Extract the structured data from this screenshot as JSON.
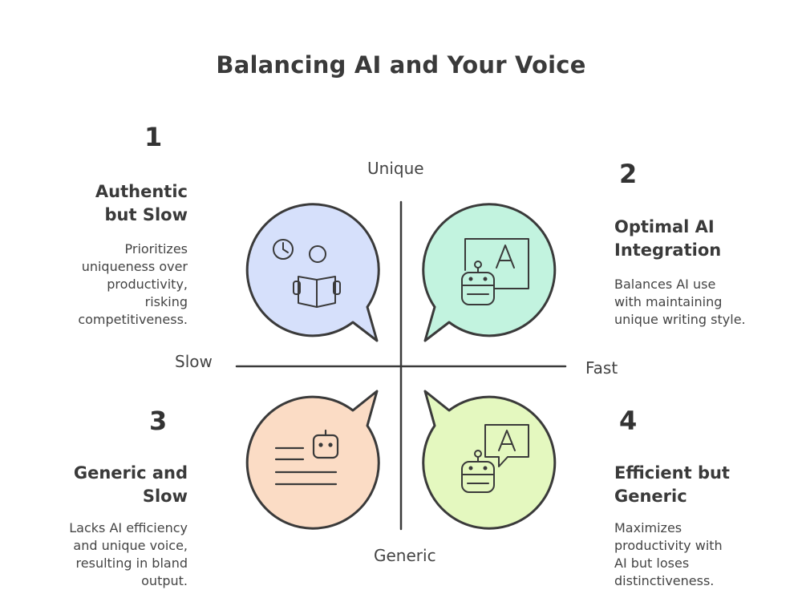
{
  "title": "Balancing AI and Your Voice",
  "axes": {
    "top": "Unique",
    "bottom": "Generic",
    "left": "Slow",
    "right": "Fast"
  },
  "quadrants": [
    {
      "number": "1",
      "heading": "Authentic but Slow",
      "heading_lines": [
        "Authentic",
        "but Slow"
      ],
      "description_lines": [
        "Prioritizes",
        "uniqueness over",
        "productivity,",
        "risking",
        "competitiveness."
      ],
      "color": "#d6e0fb",
      "icon": "person-reading-clock-icon"
    },
    {
      "number": "2",
      "heading": "Optimal AI Integration",
      "heading_lines": [
        "Optimal AI",
        "Integration"
      ],
      "description_lines": [
        "Balances AI use",
        "with maintaining",
        "unique writing style."
      ],
      "color": "#c2f3df",
      "icon": "robot-writing-board-icon"
    },
    {
      "number": "3",
      "heading": "Generic and Slow",
      "heading_lines": [
        "Generic and",
        "Slow"
      ],
      "description_lines": [
        "Lacks AI efficiency",
        "and unique voice,",
        "resulting in bland",
        "output."
      ],
      "color": "#fbdcc5",
      "icon": "robot-text-lines-icon"
    },
    {
      "number": "4",
      "heading": "Efficient but Generic",
      "heading_lines": [
        "Efficient but",
        "Generic"
      ],
      "description_lines": [
        "Maximizes",
        "productivity with",
        "AI but loses",
        "distinctiveness."
      ],
      "color": "#e4f8bf",
      "icon": "robot-speech-bubble-icon"
    }
  ],
  "colors": {
    "stroke": "#3a3a3a",
    "text": "#333333"
  }
}
